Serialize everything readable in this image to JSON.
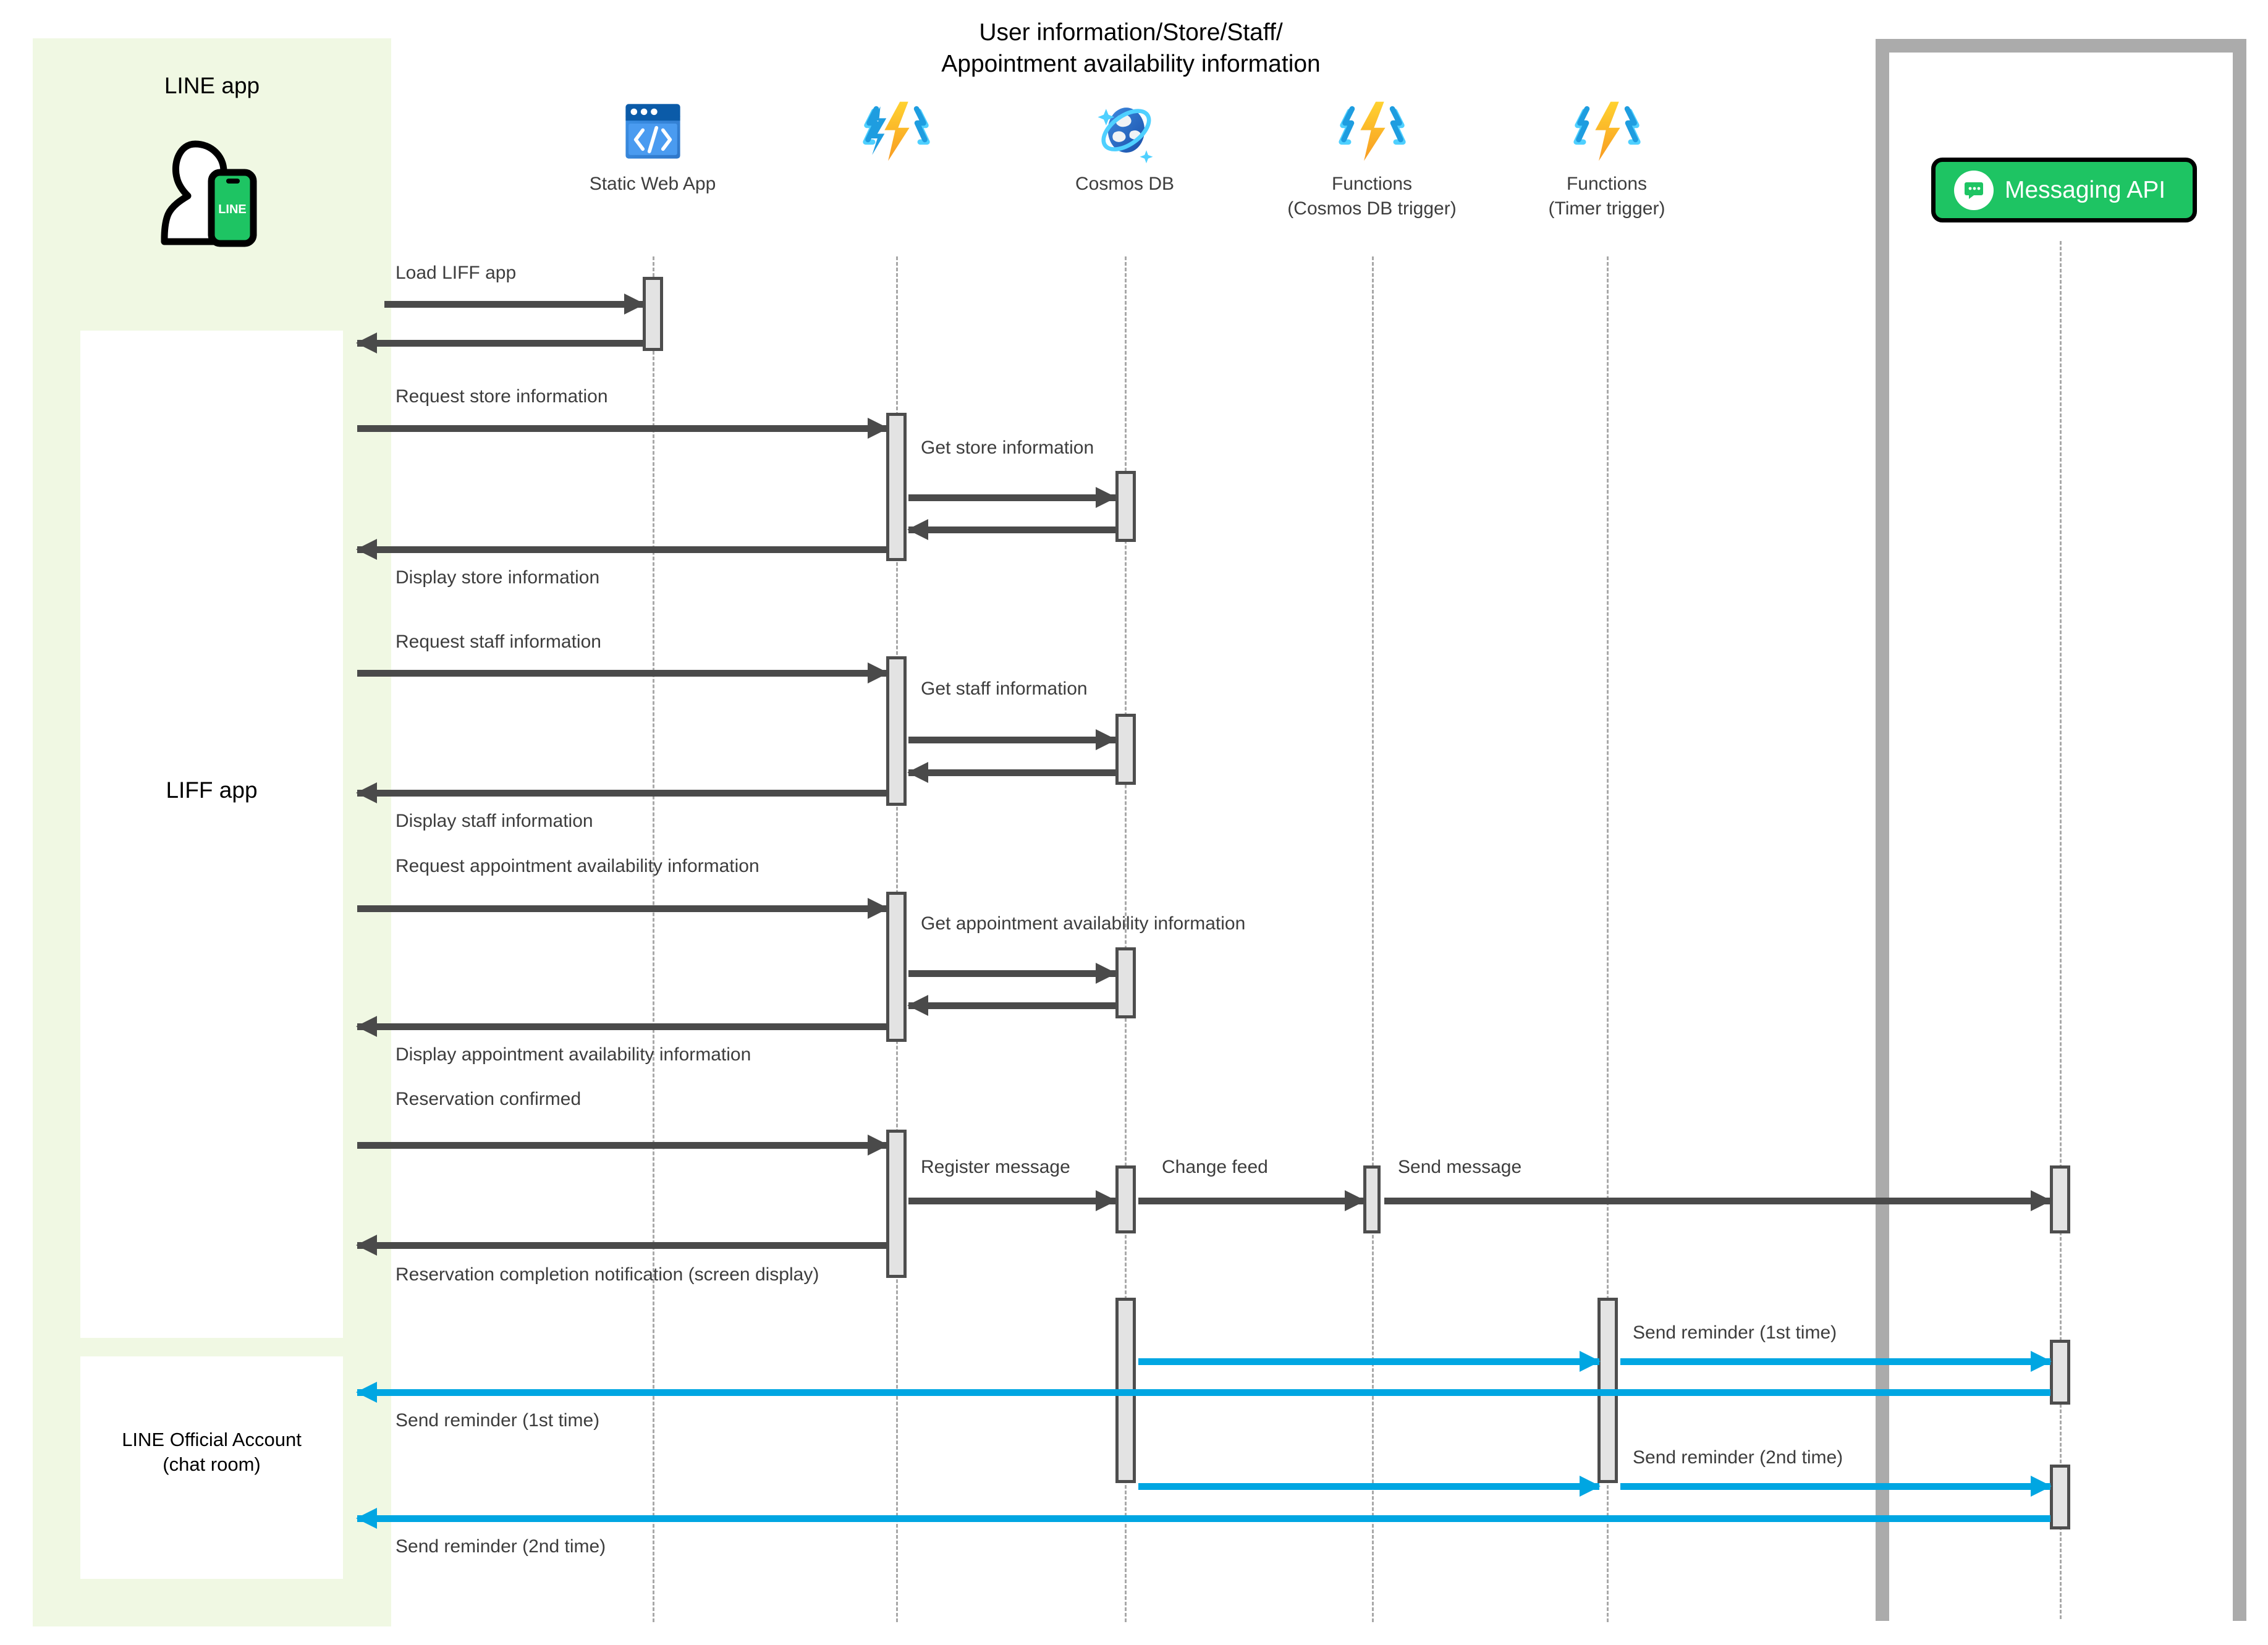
{
  "diagram": {
    "title": "User information/Store/Staff/\nAppointment availability information",
    "type": "sequence-diagram"
  },
  "regions": {
    "line_app": {
      "label": "LINE app",
      "bg_color": "#f0f8e3"
    },
    "liff_app": {
      "label": "LIFF app",
      "bg_color": "#ffffff"
    },
    "line_official_account": {
      "label": "LINE Official Account\n(chat room)",
      "bg_color": "#ffffff"
    },
    "messaging_api_frame": {
      "border_color": "#ababab"
    }
  },
  "participants": [
    {
      "id": "line-user",
      "label": "",
      "icon": "line-user-icon"
    },
    {
      "id": "static-web-app",
      "label": "Static Web App",
      "icon": "static-web-app-icon"
    },
    {
      "id": "functions-api",
      "label": "",
      "icon": "azure-functions-icon"
    },
    {
      "id": "cosmos-db",
      "label": "Cosmos DB",
      "icon": "cosmos-db-icon"
    },
    {
      "id": "functions-cosmos",
      "label": "Functions\n(Cosmos DB trigger)",
      "icon": "azure-functions-icon"
    },
    {
      "id": "functions-timer",
      "label": "Functions\n(Timer trigger)",
      "icon": "azure-functions-icon"
    },
    {
      "id": "messaging-api",
      "label": "Messaging API",
      "icon": "messaging-api-icon"
    }
  ],
  "messages": [
    {
      "id": "m1",
      "label": "Load LIFF app",
      "color": "#4a4a4a",
      "direction": "right"
    },
    {
      "id": "m2",
      "label": "",
      "color": "#4a4a4a",
      "direction": "left"
    },
    {
      "id": "m3",
      "label": "Request store information",
      "color": "#4a4a4a",
      "direction": "right"
    },
    {
      "id": "m4",
      "label": "Get store information",
      "color": "#4a4a4a",
      "direction": "right"
    },
    {
      "id": "m5",
      "label": "",
      "color": "#4a4a4a",
      "direction": "left"
    },
    {
      "id": "m6",
      "label": "Display store information",
      "color": "#4a4a4a",
      "direction": "left"
    },
    {
      "id": "m7",
      "label": "Request staff information",
      "color": "#4a4a4a",
      "direction": "right"
    },
    {
      "id": "m8",
      "label": "Get staff information",
      "color": "#4a4a4a",
      "direction": "right"
    },
    {
      "id": "m9",
      "label": "",
      "color": "#4a4a4a",
      "direction": "left"
    },
    {
      "id": "m10",
      "label": "Display staff information",
      "color": "#4a4a4a",
      "direction": "left"
    },
    {
      "id": "m11",
      "label": "Request appointment availability information",
      "color": "#4a4a4a",
      "direction": "right"
    },
    {
      "id": "m12",
      "label": "Get appointment availability information",
      "color": "#4a4a4a",
      "direction": "right"
    },
    {
      "id": "m13",
      "label": "",
      "color": "#4a4a4a",
      "direction": "left"
    },
    {
      "id": "m14",
      "label": "Display appointment availability information",
      "color": "#4a4a4a",
      "direction": "left"
    },
    {
      "id": "m15",
      "label": "Reservation confirmed",
      "color": "#4a4a4a",
      "direction": "right"
    },
    {
      "id": "m16",
      "label": "Register message",
      "color": "#4a4a4a",
      "direction": "right"
    },
    {
      "id": "m17",
      "label": "Change feed",
      "color": "#4a4a4a",
      "direction": "right"
    },
    {
      "id": "m18",
      "label": "Send message",
      "color": "#4a4a4a",
      "direction": "right"
    },
    {
      "id": "m19",
      "label": "",
      "color": "#4a4a4a",
      "direction": "left"
    },
    {
      "id": "m20",
      "label": "Reservation completion notification (screen display)",
      "color": "#4a4a4a",
      "direction": "left"
    },
    {
      "id": "m21",
      "label": "",
      "color": "#00a6e2",
      "direction": "right"
    },
    {
      "id": "m22",
      "label": "Send reminder (1st time)",
      "color": "#00a6e2",
      "direction": "right"
    },
    {
      "id": "m23",
      "label": "",
      "color": "#00a6e2",
      "direction": "left"
    },
    {
      "id": "m24",
      "label": "Send reminder (1st time)",
      "color": "#00a6e2",
      "direction": "left"
    },
    {
      "id": "m25",
      "label": "",
      "color": "#00a6e2",
      "direction": "right"
    },
    {
      "id": "m26",
      "label": "Send reminder (2nd time)",
      "color": "#00a6e2",
      "direction": "right"
    },
    {
      "id": "m27",
      "label": "",
      "color": "#00a6e2",
      "direction": "left"
    },
    {
      "id": "m28",
      "label": "Send reminder (2nd time)",
      "color": "#00a6e2",
      "direction": "left"
    }
  ],
  "icons": {
    "line_phone_label": "LINE"
  },
  "colors": {
    "line_green": "#1ec463",
    "pale_green_bg": "#f0f8e3",
    "arrow_gray": "#4a4a4a",
    "arrow_blue": "#00a6e2",
    "lifeline_gray": "#a8a8a8",
    "activation_fill": "#e3e3e3",
    "activation_stroke": "#4d4d4d",
    "frame_gray": "#ababab"
  }
}
